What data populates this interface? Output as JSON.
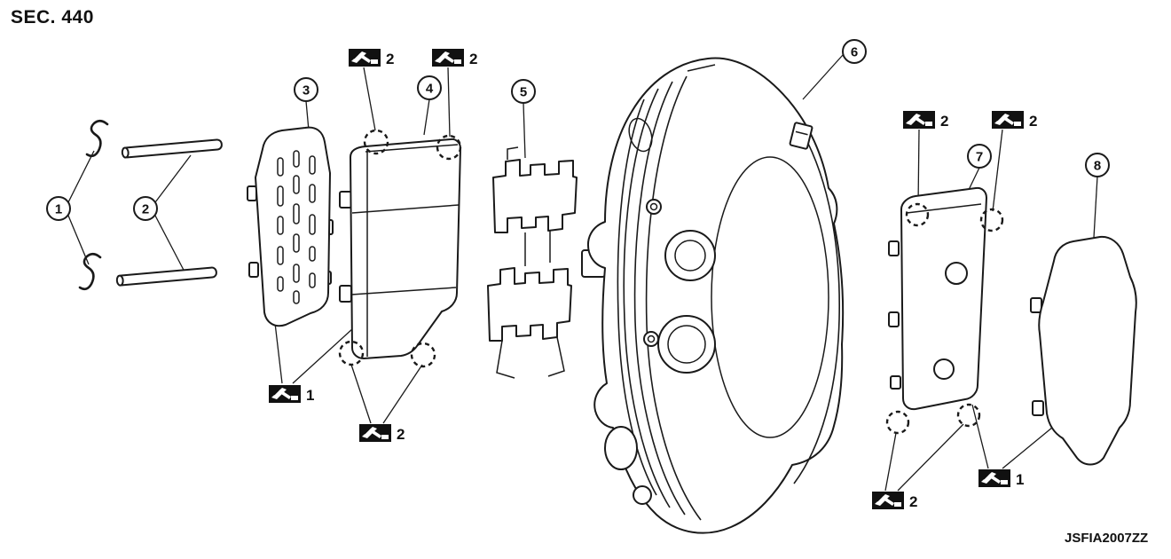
{
  "header": {
    "section_label": "SEC. 440"
  },
  "footer": {
    "figure_code": "JSFIA2007ZZ"
  },
  "callouts": [
    {
      "num": "1"
    },
    {
      "num": "2"
    },
    {
      "num": "3"
    },
    {
      "num": "4"
    },
    {
      "num": "5"
    },
    {
      "num": "6"
    },
    {
      "num": "7"
    },
    {
      "num": "8"
    }
  ],
  "grease_marks": [
    {
      "num": "2"
    },
    {
      "num": "2"
    },
    {
      "num": "1"
    },
    {
      "num": "2"
    },
    {
      "num": "2"
    },
    {
      "num": "2"
    },
    {
      "num": "2"
    },
    {
      "num": "1"
    }
  ],
  "icons": {
    "grease": "grease-applicator-icon"
  }
}
